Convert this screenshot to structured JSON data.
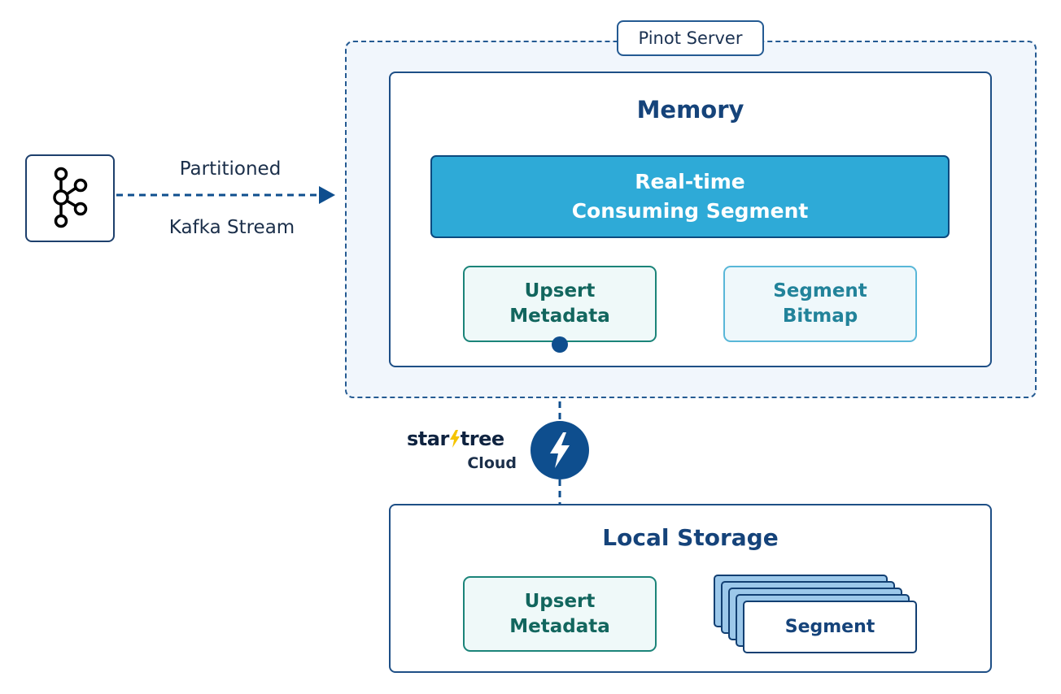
{
  "source": {
    "icon": "kafka-icon",
    "label_top": "Partitioned",
    "label_bottom": "Kafka Stream"
  },
  "pinot_server": {
    "label": "Pinot Server",
    "memory": {
      "title": "Memory",
      "realtime_segment": {
        "line1": "Real-time",
        "line2": "Consuming Segment"
      },
      "upsert_metadata": {
        "line1": "Upsert",
        "line2": "Metadata"
      },
      "segment_bitmap": {
        "line1": "Segment",
        "line2": "Bitmap"
      }
    }
  },
  "startree": {
    "word_left": "star",
    "word_right": "tree",
    "sub": "Cloud",
    "icon": "lightning-bolt-icon"
  },
  "local_storage": {
    "title": "Local Storage",
    "upsert_metadata": {
      "line1": "Upsert",
      "line2": "Metadata"
    },
    "segment": "Segment"
  },
  "colors": {
    "navy": "#15437a",
    "accent_blue": "#2eaad7",
    "teal": "#1b8479",
    "light_blue": "#59b7d8",
    "bolt_yellow": "#f5c400"
  }
}
